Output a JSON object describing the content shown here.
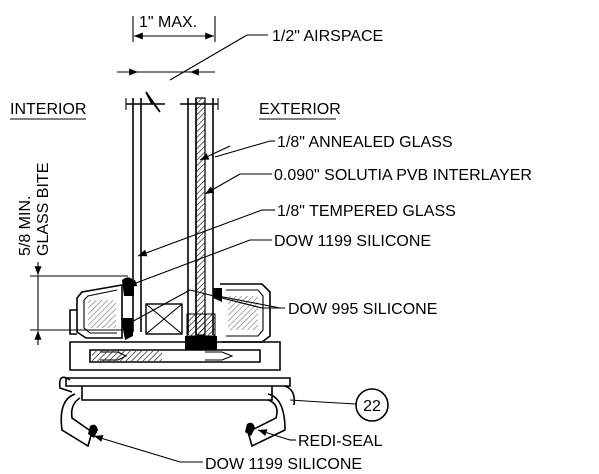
{
  "diagram": {
    "dimension_top": "1\" MAX.",
    "dimension_side_line1": "5/8 MIN.",
    "dimension_side_line2": "GLASS BITE",
    "side_interior": "INTERIOR",
    "side_exterior": "EXTERIOR",
    "callout_number": "22",
    "labels": {
      "airspace": "1/2\" AIRSPACE",
      "annealed_glass": "1/8\" ANNEALED GLASS",
      "pvb_interlayer": "0.090\" SOLUTIA PVB INTERLAYER",
      "tempered_glass": "1/8\" TEMPERED GLASS",
      "silicone_1199_top": "DOW 1199 SILICONE",
      "silicone_995": "DOW 995 SILICONE",
      "redi_seal": "REDI-SEAL",
      "silicone_1199_bottom": "DOW 1199 SILICONE"
    }
  }
}
